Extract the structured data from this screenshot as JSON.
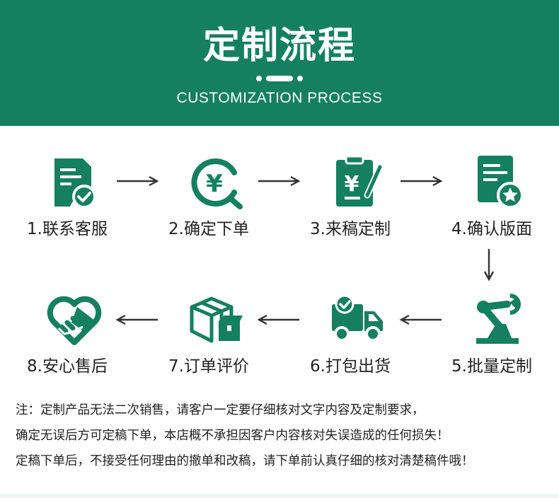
{
  "header": {
    "title": "定制流程",
    "subtitle": "CUSTOMIZATION PROCESS"
  },
  "colors": {
    "brand_green": "#148060",
    "text": "#222222",
    "arrow": "#333333"
  },
  "steps": [
    {
      "label": "1.联系客服",
      "icon": "contact-document-icon"
    },
    {
      "label": "2.确定下单",
      "icon": "yuan-coin-icon"
    },
    {
      "label": "3.来稿定制",
      "icon": "clipboard-pen-icon"
    },
    {
      "label": "4.确认版面",
      "icon": "document-star-icon"
    },
    {
      "label": "5.批量定制",
      "icon": "robot-arm-icon"
    },
    {
      "label": "6.打包出货",
      "icon": "delivery-truck-icon"
    },
    {
      "label": "7.订单评价",
      "icon": "boxes-icon"
    },
    {
      "label": "8.安心售后",
      "icon": "handshake-heart-icon"
    }
  ],
  "notes": [
    "注：定制产品无法二次销售，请客户一定要仔细核对文字内容及定制要求，",
    "确定无误后方可定稿下单，本店概不承担因客户内容核对失误造成的任何损失！",
    "定稿下单后，不接受任何理由的撤单和改稿，请下单前认真仔细的核对清楚稿件哦！"
  ]
}
